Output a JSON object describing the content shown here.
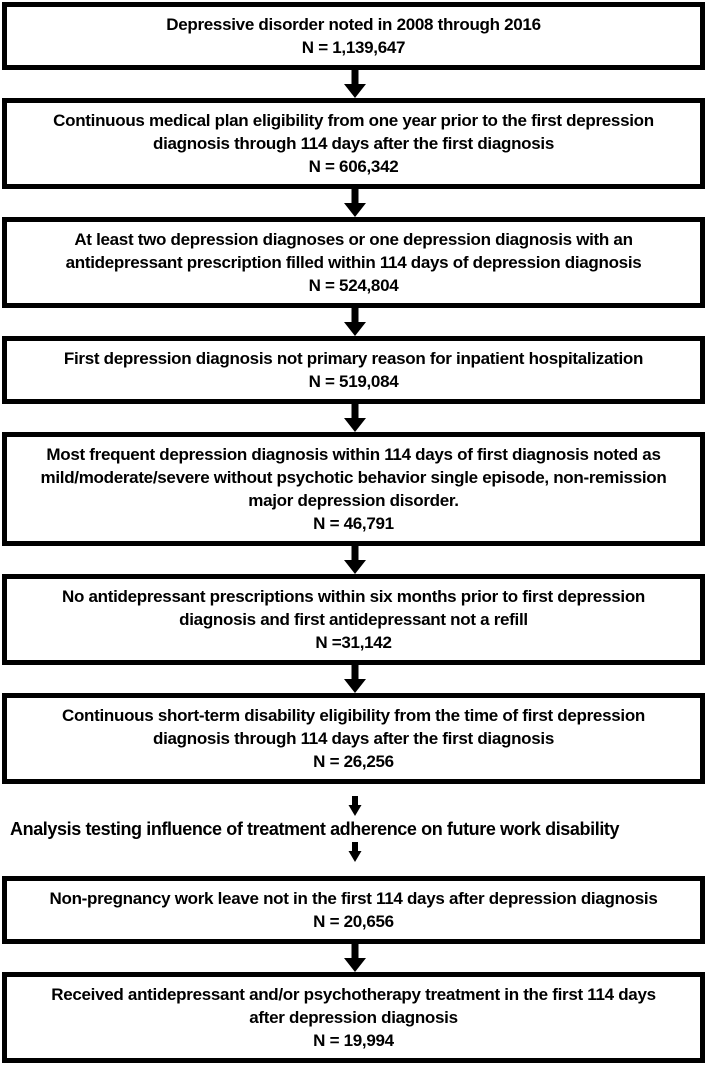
{
  "flow": {
    "boxes": [
      {
        "lines": [
          "Depressive disorder noted in 2008 through 2016",
          "N = 1,139,647"
        ]
      },
      {
        "lines": [
          "Continuous medical plan eligibility from one year prior to the first depression",
          "diagnosis through 114 days after the first diagnosis",
          "N = 606,342"
        ]
      },
      {
        "lines": [
          "At least two depression diagnoses or one depression diagnosis with an",
          "antidepressant prescription filled within 114 days of depression diagnosis",
          "N = 524,804"
        ]
      },
      {
        "lines": [
          "First depression diagnosis not primary reason for inpatient hospitalization",
          "N = 519,084"
        ]
      },
      {
        "lines": [
          "Most frequent depression diagnosis within 114 days of first diagnosis noted as",
          "mild/moderate/severe without psychotic behavior single episode, non-remission",
          "major depression disorder.",
          "N = 46,791"
        ]
      },
      {
        "lines": [
          "No antidepressant prescriptions within six months prior to first depression",
          "diagnosis and first antidepressant not a refill",
          "N =31,142"
        ]
      },
      {
        "lines": [
          "Continuous short-term disability eligibility from the time of first depression",
          "diagnosis through 114 days after the first diagnosis",
          "N = 26,256"
        ]
      },
      {
        "lines": [
          "Non-pregnancy work leave not in the first 114 days after depression diagnosis",
          "N = 20,656"
        ]
      },
      {
        "lines": [
          "Received antidepressant and/or psychotherapy treatment in the first 114 days",
          "after depression diagnosis",
          "N = 19,994"
        ]
      }
    ],
    "analysis_label": "Analysis testing influence of treatment adherence on future work disability",
    "connector_icon": "down-arrow",
    "colors": {
      "border": "#000000",
      "text": "#000000",
      "background": "#ffffff"
    }
  }
}
